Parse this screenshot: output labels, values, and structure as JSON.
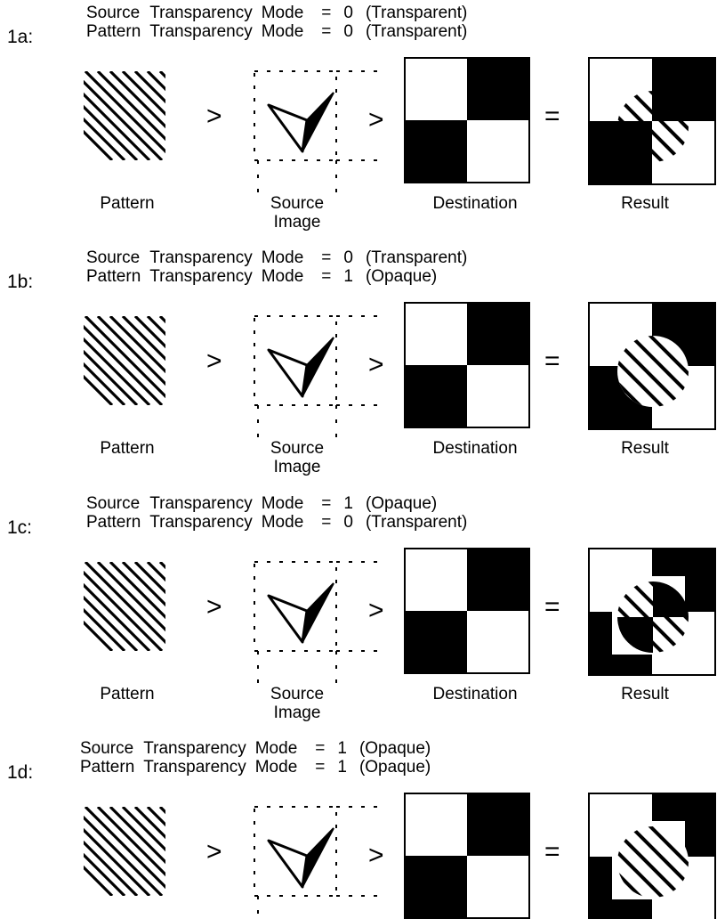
{
  "panels": [
    {
      "id": "1a",
      "label": "1a:",
      "source_row": {
        "name": "Source",
        "word": "Transparency",
        "mode": "Mode",
        "eq": "=",
        "value": "0",
        "desc": "(Transparent)"
      },
      "pattern_row": {
        "name": "Pattern",
        "word": "Transparency",
        "mode": "Mode",
        "eq": "=",
        "value": "0",
        "desc": "(Transparent)"
      }
    },
    {
      "id": "1b",
      "label": "1b:",
      "source_row": {
        "name": "Source",
        "word": "Transparency",
        "mode": "Mode",
        "eq": "=",
        "value": "0",
        "desc": "(Transparent)"
      },
      "pattern_row": {
        "name": "Pattern",
        "word": "Transparency",
        "mode": "Mode",
        "eq": "=",
        "value": "1",
        "desc": "(Opaque)"
      }
    },
    {
      "id": "1c",
      "label": "1c:",
      "source_row": {
        "name": "Source",
        "word": "Transparency",
        "mode": "Mode",
        "eq": "=",
        "value": "1",
        "desc": "(Opaque)"
      },
      "pattern_row": {
        "name": "Pattern",
        "word": "Transparency",
        "mode": "Mode",
        "eq": "=",
        "value": "0",
        "desc": "(Transparent)"
      }
    },
    {
      "id": "1d",
      "label": "1d:",
      "source_row": {
        "name": "Source",
        "word": "Transparency",
        "mode": "Mode",
        "eq": "=",
        "value": "1",
        "desc": "(Opaque)"
      },
      "pattern_row": {
        "name": "Pattern",
        "word": "Transparency",
        "mode": "Mode",
        "eq": "=",
        "value": "1",
        "desc": "(Opaque)"
      }
    }
  ],
  "captions": {
    "pattern": "Pattern",
    "source_line1": "Source",
    "source_line2": "Image",
    "destination": "Destination",
    "result": "Result"
  },
  "operators": {
    "gt": ">",
    "eq": "="
  }
}
